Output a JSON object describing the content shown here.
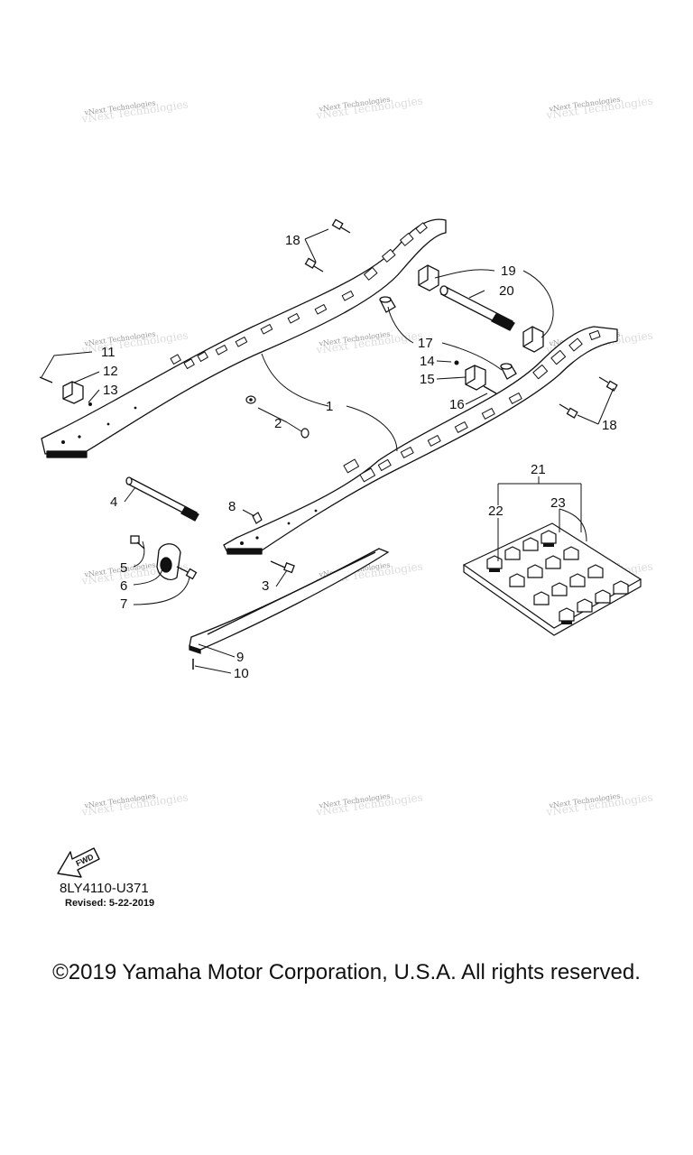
{
  "watermark_text": "vNext Technologies",
  "callouts": [
    "1",
    "2",
    "3",
    "4",
    "5",
    "6",
    "7",
    "8",
    "9",
    "10",
    "11",
    "12",
    "13",
    "14",
    "15",
    "16",
    "17",
    "18",
    "19",
    "20",
    "21",
    "22",
    "23"
  ],
  "fwd_label": "FWD",
  "diagram_code": "8LY4110-U371",
  "revised": "Revised: 5-22-2019",
  "copyright": "©2019 Yamaha Motor Corporation, U.S.A. All rights reserved."
}
